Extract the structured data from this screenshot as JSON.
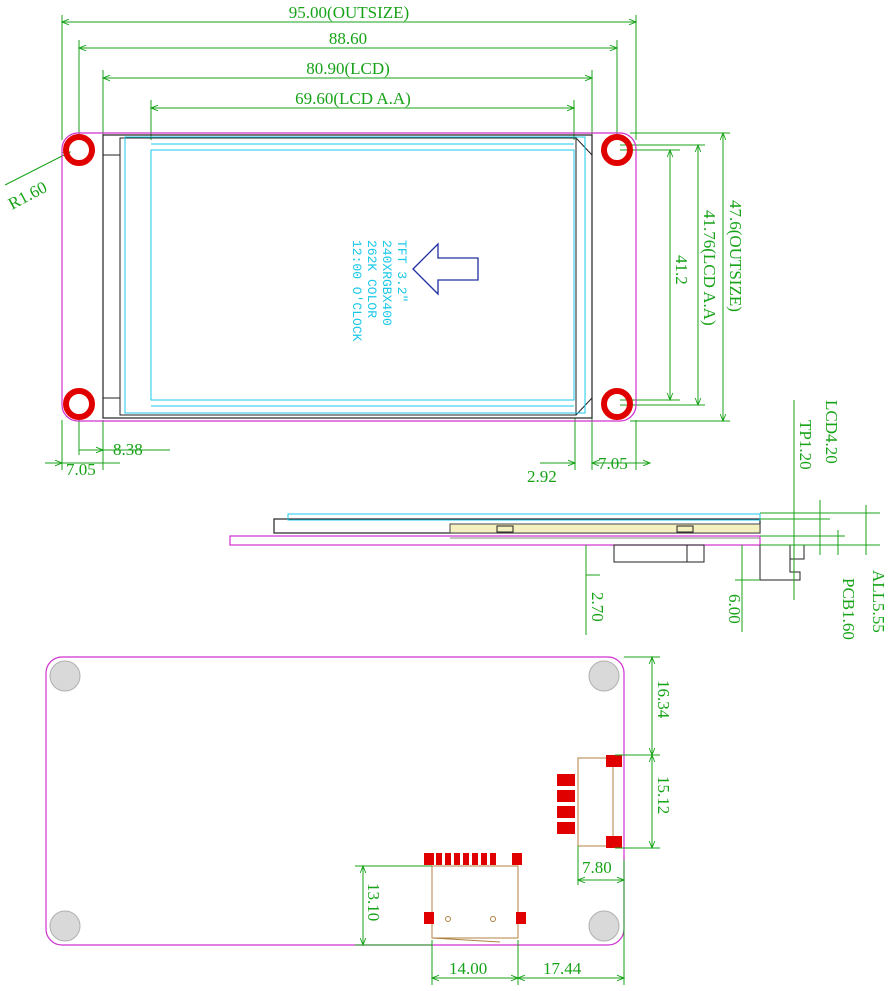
{
  "front_view": {
    "dims": {
      "outside_w": "95.00(OUTSIZE)",
      "mid_w": "88.60",
      "lcd_w": "80.90(LCD)",
      "aa_w": "69.60(LCD A.A)",
      "radius": "R1.60",
      "left_hole": "8.38",
      "left_edge": "7.05",
      "right_small": "2.92",
      "right_edge": "7.05",
      "outside_h": "47.6(OUTSIZE)",
      "aa_h": "41.76(LCD A.A)",
      "inner_h": "41.2"
    },
    "label_lines": [
      "TFT 3.2\"",
      "240XRGBX400",
      "262K COLOR",
      "12:00 O'CLOCK"
    ]
  },
  "side_view": {
    "dims": {
      "lcd": "LCD4.20",
      "tp": "TP1.20",
      "all": "ALL5.55",
      "pcb": "PCB1.60",
      "d270": "2.70",
      "d600": "6.00"
    }
  },
  "back_view": {
    "dims": {
      "d1634": "16.34",
      "d1512": "15.12",
      "d780": "7.80",
      "d1310": "13.10",
      "d1400": "14.00",
      "d1744": "17.44"
    }
  }
}
